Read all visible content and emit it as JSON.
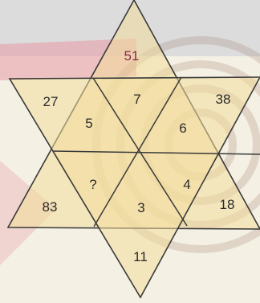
{
  "puzzle": {
    "cells": {
      "top": "51",
      "upper_left": "27",
      "upper_center": "7",
      "upper_right": "38",
      "inner_upper_left": "5",
      "inner_upper_right": "6",
      "inner_lower_left": "?",
      "inner_lower_right": "4",
      "lower_left": "83",
      "lower_center": "3",
      "lower_right": "18",
      "bottom": "11"
    }
  },
  "colors": {
    "background": "#f4f0e4",
    "triangle_fill": "#f3dd9a",
    "line": "#3a3a3a",
    "top_number": "#8a2a4a"
  }
}
